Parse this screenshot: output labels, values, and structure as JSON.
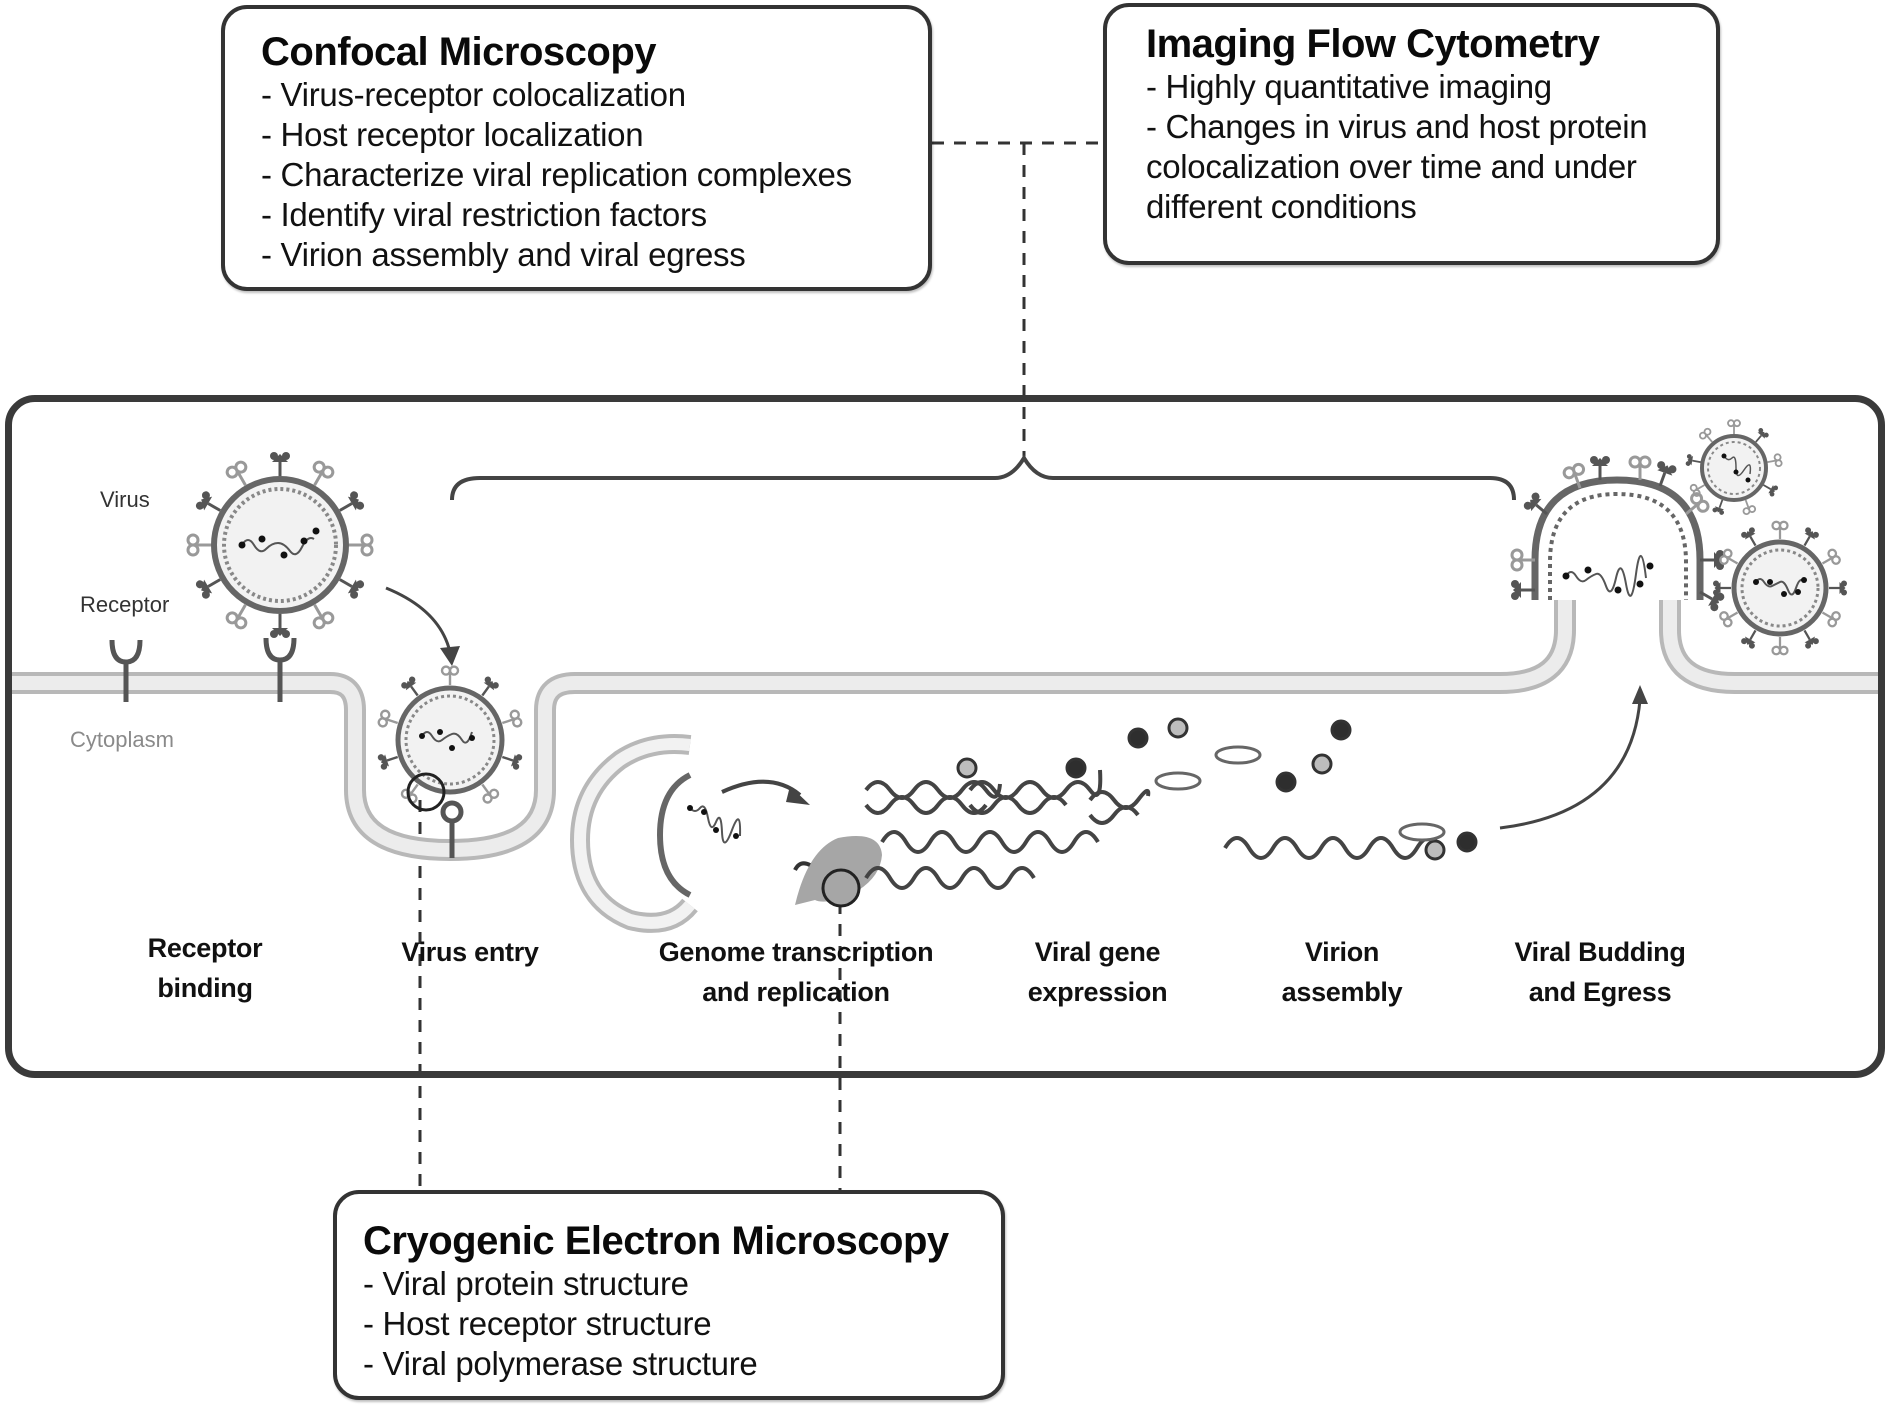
{
  "callouts": {
    "confocal": {
      "title": "Confocal Microscopy",
      "items": [
        "- Virus-receptor colocalization",
        "- Host receptor localization",
        "- Characterize viral replication complexes",
        "- Identify viral restriction factors",
        "- Virion assembly and viral egress"
      ]
    },
    "imaging_flow_cytometry": {
      "title": "Imaging Flow Cytometry",
      "items": [
        "- Highly quantitative imaging",
        "- Changes in virus and host protein",
        "colocalization over time and under",
        "different conditions"
      ]
    },
    "cryo_em": {
      "title": "Cryogenic Electron Microscopy",
      "items": [
        "- Viral protein structure",
        "- Host receptor structure",
        "- Viral polymerase structure"
      ]
    }
  },
  "labels": {
    "virus": "Virus",
    "receptor": "Receptor",
    "cytoplasm": "Cytoplasm"
  },
  "stages": [
    {
      "line1": "Receptor",
      "line2": "binding"
    },
    {
      "line1": "Virus entry",
      "line2": ""
    },
    {
      "line1": "Genome transcription",
      "line2": "and replication"
    },
    {
      "line1": "Viral gene",
      "line2": "expression"
    },
    {
      "line1": "Virion",
      "line2": "assembly"
    },
    {
      "line1": "Viral Budding",
      "line2": "and Egress"
    }
  ],
  "colors": {
    "frame": "#3a3a3a",
    "membrane_fill": "#ececec",
    "membrane_edge": "#b8b8b8",
    "virus_dark": "#555555",
    "virus_light": "#9a9a9a",
    "polymerase": "#a6a6a6",
    "dark_protein": "#2e2e2e",
    "light_protein": "#bdbdbd"
  }
}
